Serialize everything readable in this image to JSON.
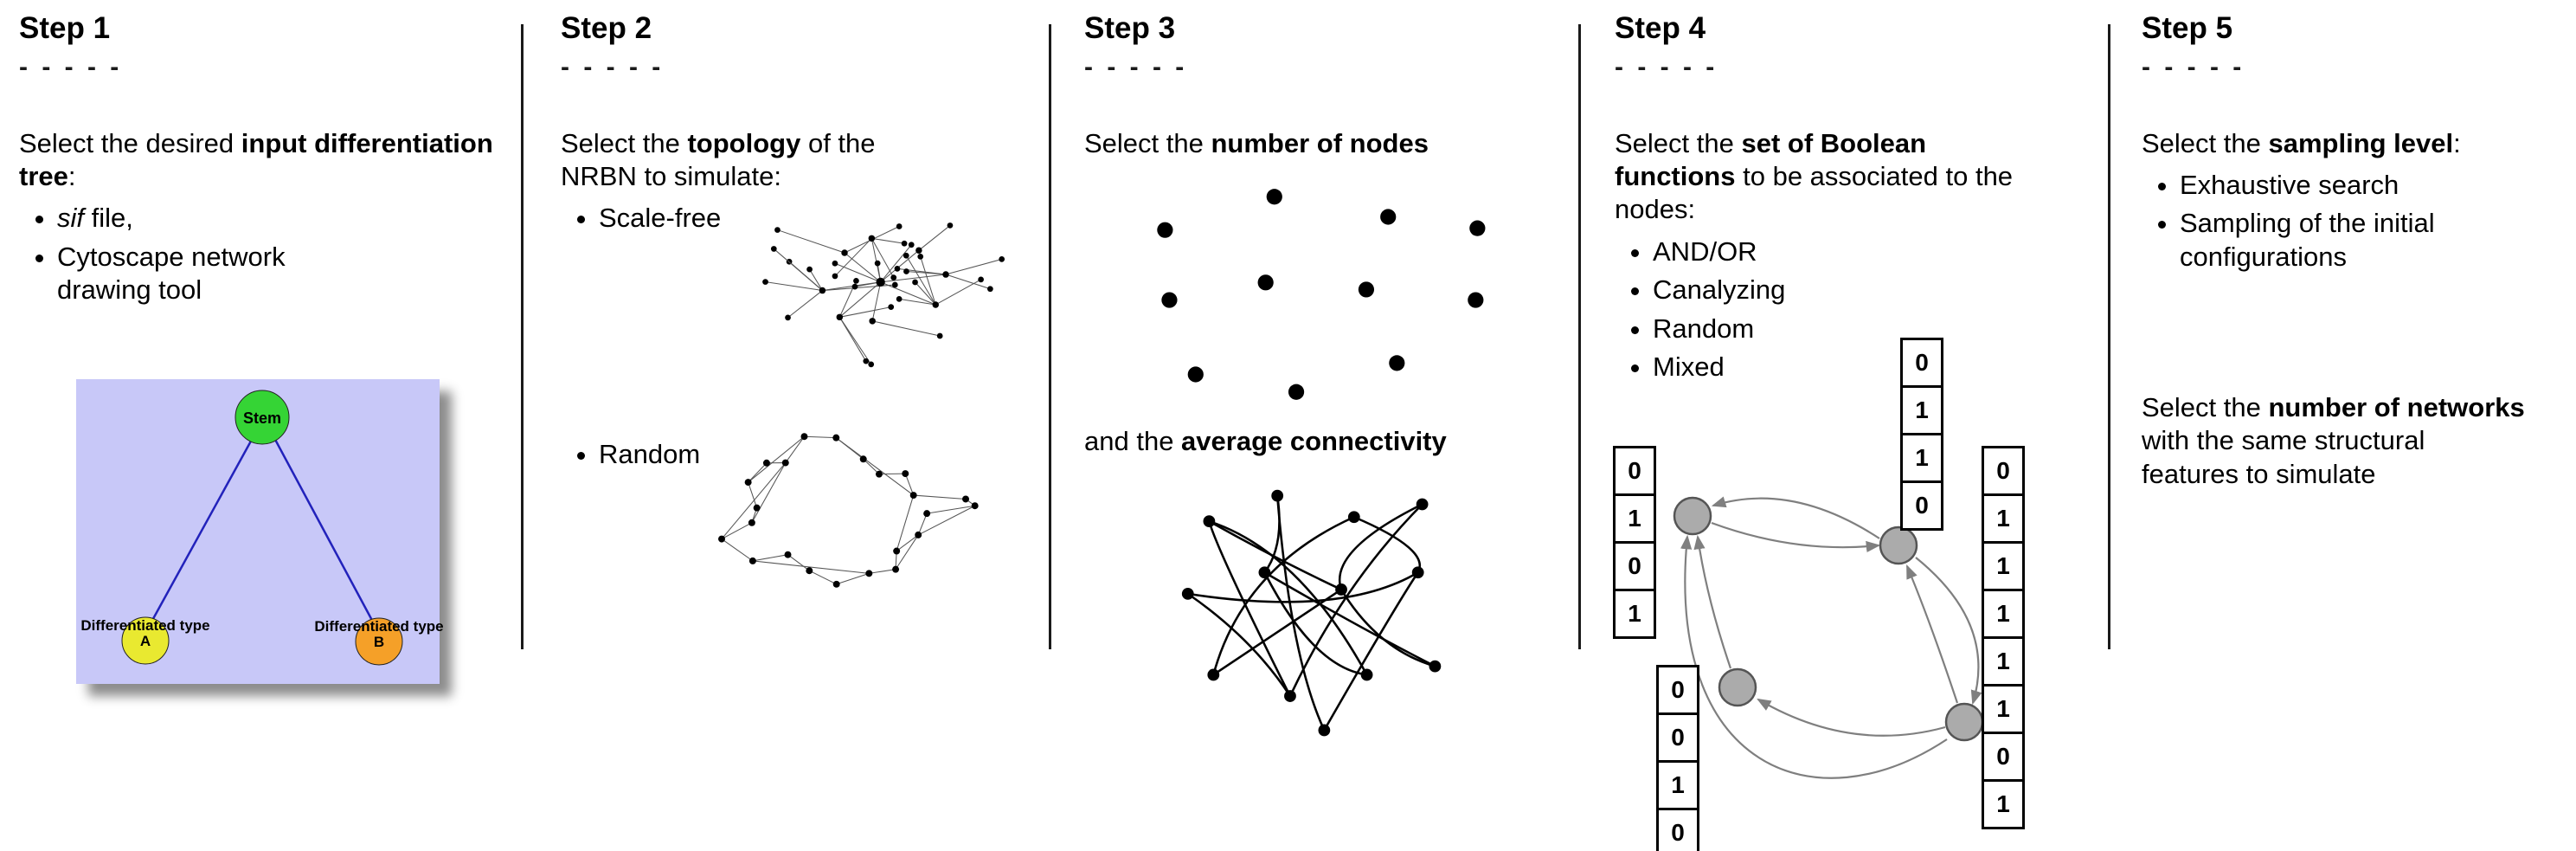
{
  "steps": [
    {
      "title": "Step 1",
      "dashes": "- - - - -",
      "intro_pre": "Select the desired ",
      "intro_bold": "input differentiation tree",
      "intro_post": ":",
      "bullet1_italic": "sif",
      "bullet1_rest": " file,",
      "bullet2": "Cytoscape network drawing tool",
      "tree": {
        "stem_label": "Stem",
        "node_a_label": "Differentiated type A",
        "node_b_label": "Differentiated type B",
        "colors": {
          "background": "#c8c8f8",
          "stem": "#35d435",
          "type_a": "#e9e930",
          "type_b": "#f5a028",
          "edge": "#2222bb"
        }
      }
    },
    {
      "title": "Step 2",
      "dashes": "- - - - -",
      "intro_pre": "Select the ",
      "intro_bold": "topology",
      "intro_post": " of the NRBN to simulate:",
      "bullets": [
        "Scale-free",
        "Random"
      ]
    },
    {
      "title": "Step 3",
      "dashes": "- - - - -",
      "line1_pre": "Select the ",
      "line1_bold": "number of nodes",
      "line2_pre": "and the ",
      "line2_bold": "average connectivity"
    },
    {
      "title": "Step 4",
      "dashes": "- - - - -",
      "intro_pre": "Select the ",
      "intro_bold": "set of Boolean functions",
      "intro_post": " to be associated to the nodes:",
      "bullets": [
        "AND/OR",
        "Canalyzing",
        "Random",
        "Mixed"
      ],
      "tables": {
        "left": [
          "0",
          "1",
          "0",
          "1"
        ],
        "top": [
          "0",
          "1",
          "1",
          "0"
        ],
        "bottom": [
          "0",
          "0",
          "1",
          "0"
        ],
        "right": [
          "0",
          "1",
          "1",
          "1",
          "1",
          "1",
          "0",
          "1"
        ]
      },
      "graph": {
        "node_color": "#ababab",
        "edge_color": "#7f7f7f"
      }
    },
    {
      "title": "Step 5",
      "dashes": "- - - - -",
      "intro_pre": "Select the ",
      "intro_bold": "sampling level",
      "intro_post": ":",
      "bullets": [
        "Exhaustive search",
        "Sampling of the initial configurations"
      ],
      "second_pre": "Select the ",
      "second_bold": "number of networks",
      "second_post": " with the same structural features to simulate"
    }
  ]
}
